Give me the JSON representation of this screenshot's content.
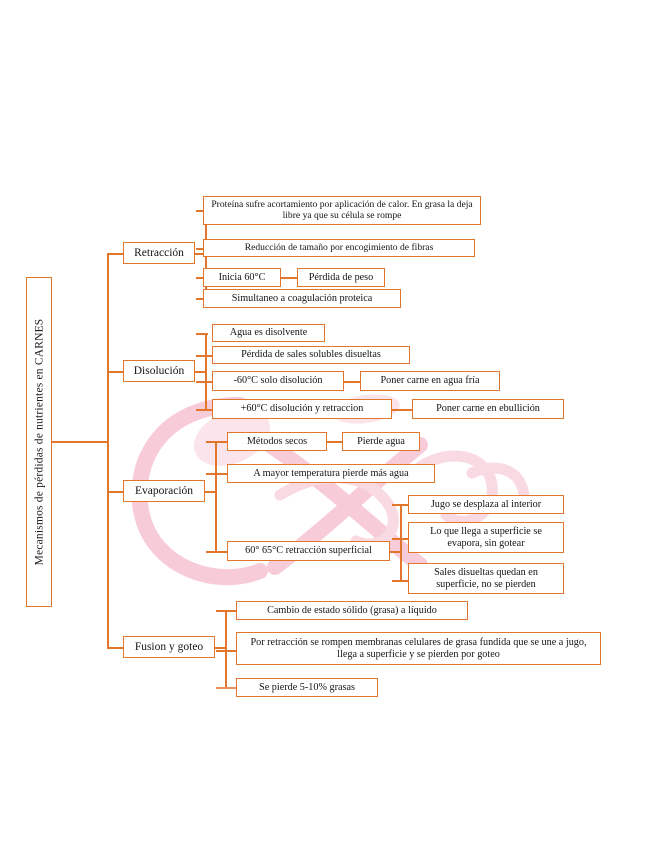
{
  "document": {
    "type": "mind-map",
    "language": "es",
    "page_background": "#ffffff",
    "accent_color": "#E2762A",
    "watermark_color": "#F6BFCF"
  },
  "root": {
    "label": "Mecanismos de pérdidas de nutrientes en CARNES"
  },
  "branches": [
    {
      "id": "retraccion",
      "label": "Retracción",
      "children": [
        {
          "id": "r1",
          "text": "Proteína sufre acortamiento por aplicación de calor. En grasa la deja libre ya que su célula se rompe",
          "children": []
        },
        {
          "id": "r2",
          "text": "Reducción de tamaño por encogimiento de fibras",
          "children": []
        },
        {
          "id": "r3",
          "text": "Inicia 60°C",
          "children": [
            {
              "id": "r3a",
              "text": "Pérdida de peso"
            }
          ]
        },
        {
          "id": "r4",
          "text": "Simultaneo a coagulación proteica",
          "children": []
        }
      ]
    },
    {
      "id": "disolucion",
      "label": "Disolución",
      "children": [
        {
          "id": "d1",
          "text": "Agua es disolvente",
          "children": []
        },
        {
          "id": "d2",
          "text": "Pérdida de sales solubles disueltas",
          "children": []
        },
        {
          "id": "d3",
          "text": "-60°C solo disolución",
          "children": [
            {
              "id": "d3a",
              "text": "Poner carne en agua fría"
            }
          ]
        },
        {
          "id": "d4",
          "text": "+60°C disolución y retraccion",
          "children": [
            {
              "id": "d4a",
              "text": "Poner carne en ebullición"
            }
          ]
        }
      ]
    },
    {
      "id": "evaporacion",
      "label": "Evaporación",
      "children": [
        {
          "id": "e1",
          "text": "Métodos secos",
          "children": [
            {
              "id": "e1a",
              "text": "Pierde agua"
            }
          ]
        },
        {
          "id": "e2",
          "text": "A mayor temperatura pierde más agua",
          "children": []
        },
        {
          "id": "e3",
          "text": "60° 65°C retracción superficial",
          "children": [
            {
              "id": "e3a",
              "text": "Jugo se desplaza al interior"
            },
            {
              "id": "e3b",
              "text": "Lo que llega a superficie se evapora, sin gotear"
            },
            {
              "id": "e3c",
              "text": "Sales disueltas quedan en superficie, no se pierden"
            }
          ]
        }
      ]
    },
    {
      "id": "fusion",
      "label": "Fusion y goteo",
      "children": [
        {
          "id": "f1",
          "text": "Cambio de estado sólido (grasa) a líquido",
          "children": []
        },
        {
          "id": "f2",
          "text": "Por retracción se rompen membranas celulares de grasa fundida que se une a jugo, llega a superficie y se pierden por goteo",
          "children": []
        },
        {
          "id": "f3",
          "text": "Se pierde 5-10% grasas",
          "children": []
        }
      ]
    }
  ]
}
